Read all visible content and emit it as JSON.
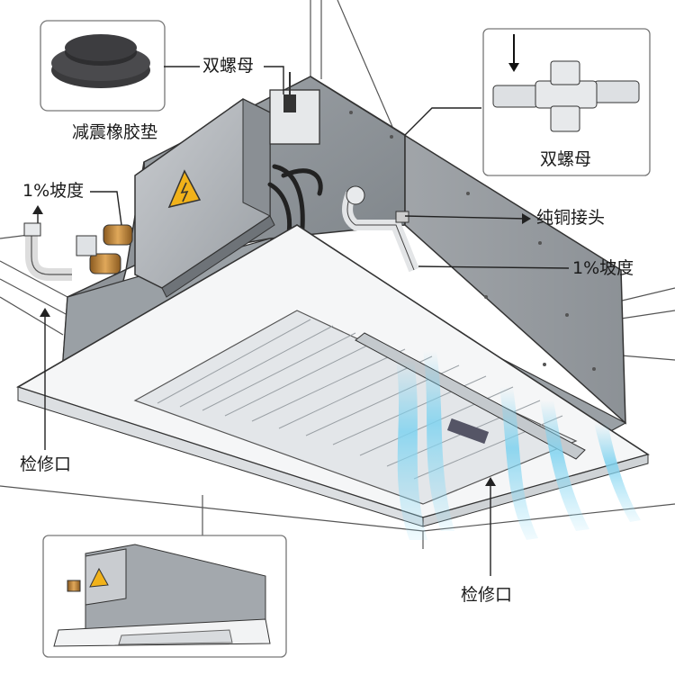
{
  "labels": {
    "rubber_pad": "减震橡胶垫",
    "double_nut_top": "双螺母",
    "double_nut_inset": "双螺母",
    "slope_left": "1%坡度",
    "slope_right": "1%坡度",
    "copper_joint": "纯铜接头",
    "access_left": "检修口",
    "access_bottom": "检修口"
  },
  "colors": {
    "unit_body": "#8d9297",
    "unit_side": "#a5aaae",
    "panel": "#f3f4f5",
    "airflow": "#7fd3f0",
    "warning": "#f1b21a",
    "line": "#333333"
  }
}
